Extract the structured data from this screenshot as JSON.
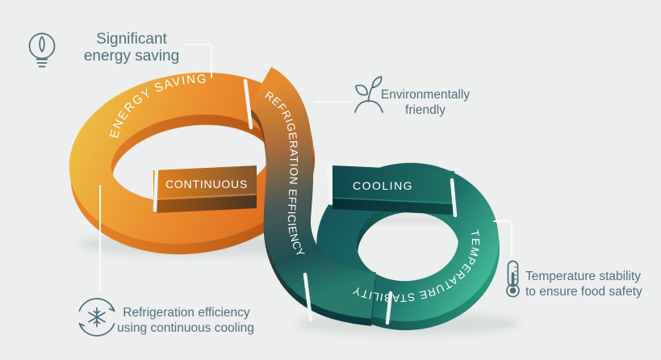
{
  "background": "#ecefee",
  "palette": {
    "orange_light": "#edc244",
    "orange_deep": "#de661d",
    "teal_dark": "#14525a",
    "teal_mint": "#52d6ab",
    "ring_label_text": "#ffffff",
    "callout_text": "#53707c",
    "connector_line": "#fafbfb",
    "icon_stroke": "#4e6d79"
  },
  "loop": {
    "labels": {
      "energy_saving": "ENERGY SAVING",
      "continuous": "CONTINUOUS",
      "refrigeration_efficiency": "REFRIGERATION EFFICIENCY",
      "cooling": "COOLING",
      "temperature_stability": "TEMPERATURE STABILITY"
    }
  },
  "callouts": [
    {
      "id": "significant-energy-saving",
      "icon": "lightbulb-icon",
      "lines": [
        "Significant",
        "energy saving"
      ]
    },
    {
      "id": "environmentally-friendly",
      "icon": "sprout-icon",
      "lines": [
        "Environmentally",
        "friendly"
      ]
    },
    {
      "id": "refrigeration-efficiency",
      "icon": "snowflake-cycle-icon",
      "lines": [
        "Refrigeration efficiency",
        "using continuous cooling"
      ]
    },
    {
      "id": "temperature-stability",
      "icon": "thermometer-icon",
      "lines": [
        "Temperature stability",
        "to ensure food safety"
      ]
    }
  ]
}
